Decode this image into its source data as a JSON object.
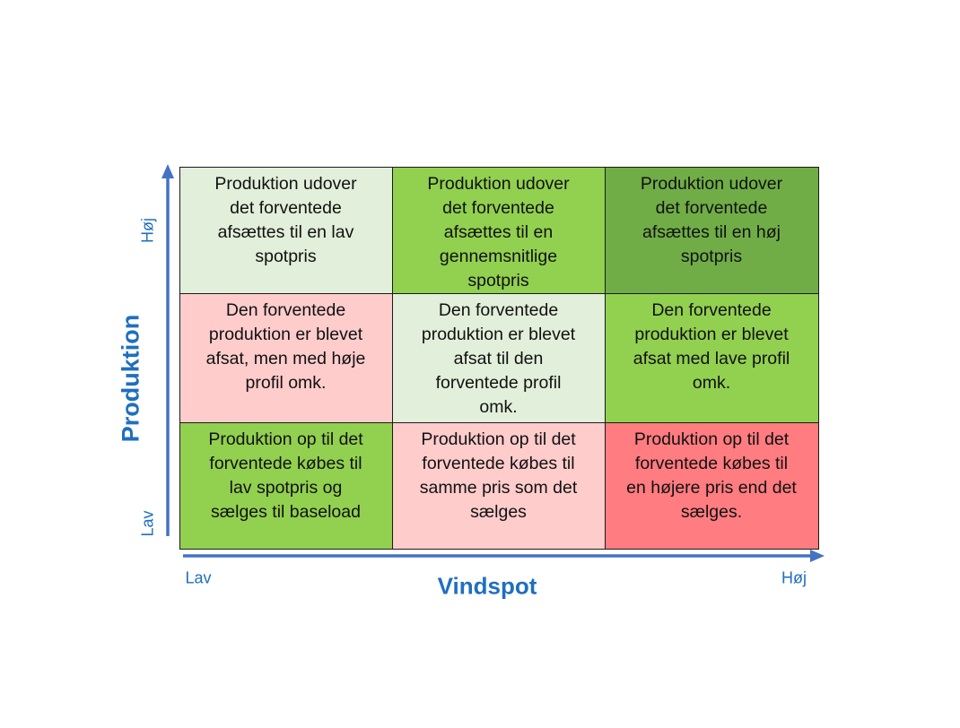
{
  "axes": {
    "y_title": "Produktion",
    "y_low": "Lav",
    "y_high": "Høj",
    "x_title": "Vindspot",
    "x_low": "Lav",
    "x_high": "Høj",
    "axis_color": "#4472c4",
    "label_color": "#1f6fbf"
  },
  "cells": [
    {
      "text": "Produktion udover\ndet forventede\nafsættes til en lav\nspotpris",
      "color": "#e2efda"
    },
    {
      "text": "Produktion udover\ndet forventede\nafsættes til en\ngennemsnitlige\nspotpris",
      "color": "#92d050"
    },
    {
      "text": "Produktion udover\ndet forventede\nafsættes til en høj\nspotpris",
      "color": "#70ad47"
    },
    {
      "text": "Den forventede\nproduktion er blevet\nafsat, men med høje\nprofil omk.",
      "color": "#ffcccc"
    },
    {
      "text": "Den forventede\nproduktion er blevet\nafsat til den\nforventede profil\nomk.",
      "color": "#e2efda"
    },
    {
      "text": "Den forventede\nproduktion er blevet\nafsat med lave profil\nomk.",
      "color": "#92d050"
    },
    {
      "text": "Produktion op til det\nforventede købes til\nlav spotpris og\nsælges til baseload",
      "color": "#92d050"
    },
    {
      "text": "Produktion op til det\nforventede købes til\nsamme pris som det\nsælges",
      "color": "#ffcccc"
    },
    {
      "text": "Produktion op til det\nforventede købes til\nen højere pris end det\nsælges.",
      "color": "#ff7c80"
    }
  ]
}
